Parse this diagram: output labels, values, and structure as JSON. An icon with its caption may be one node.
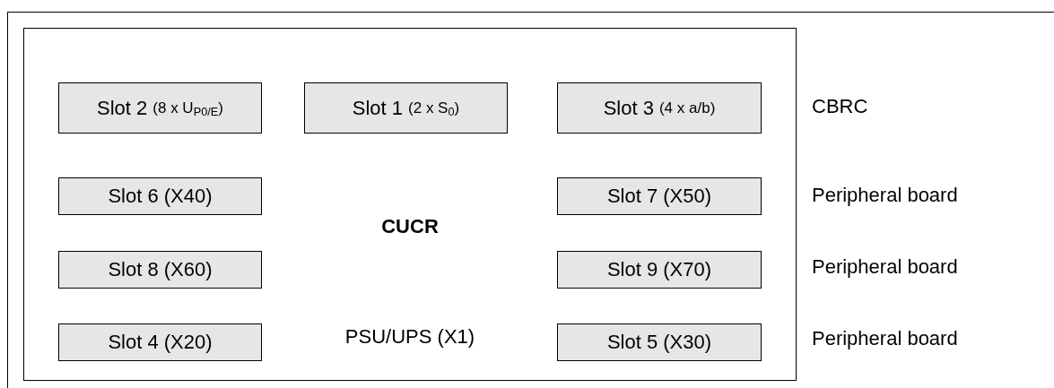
{
  "diagram": {
    "nodes": [
      {
        "text": [
          "CUCR",
          "PSU/UPS (X1)"
        ]
      },
      {
        "text": [
          "Slot 2",
          "(8 x U$_{P0/E}$)"
        ],
        "in": 0
      },
      {
        "text": [
          "Slot 1",
          "(2 x S$_{0}$)"
        ],
        "in": 0
      },
      {
        "text": [
          "Slot 3",
          "(4 x a/b)"
        ],
        "in": 0
      },
      {
        "text": [
          "Slot 6 (X40)"
        ],
        "in": 0
      },
      {
        "text": [
          "Slot 7 (X50)"
        ],
        "in": 0
      },
      {
        "text": [
          "Slot 8 (X60)"
        ],
        "in": 0
      },
      {
        "text": [
          "Slot 9 (X70)"
        ],
        "in": 0
      },
      {
        "text": [
          "Slot 4 (X20)"
        ],
        "in": 0
      },
      {
        "text": [
          "Slot 5 (X30)"
        ],
        "in": 0
      }
    ],
    "edges": [],
    "labels": [
      "CBRC",
      "Peripheral board",
      "Peripheral board",
      "Peripheral board"
    ]
  }
}
